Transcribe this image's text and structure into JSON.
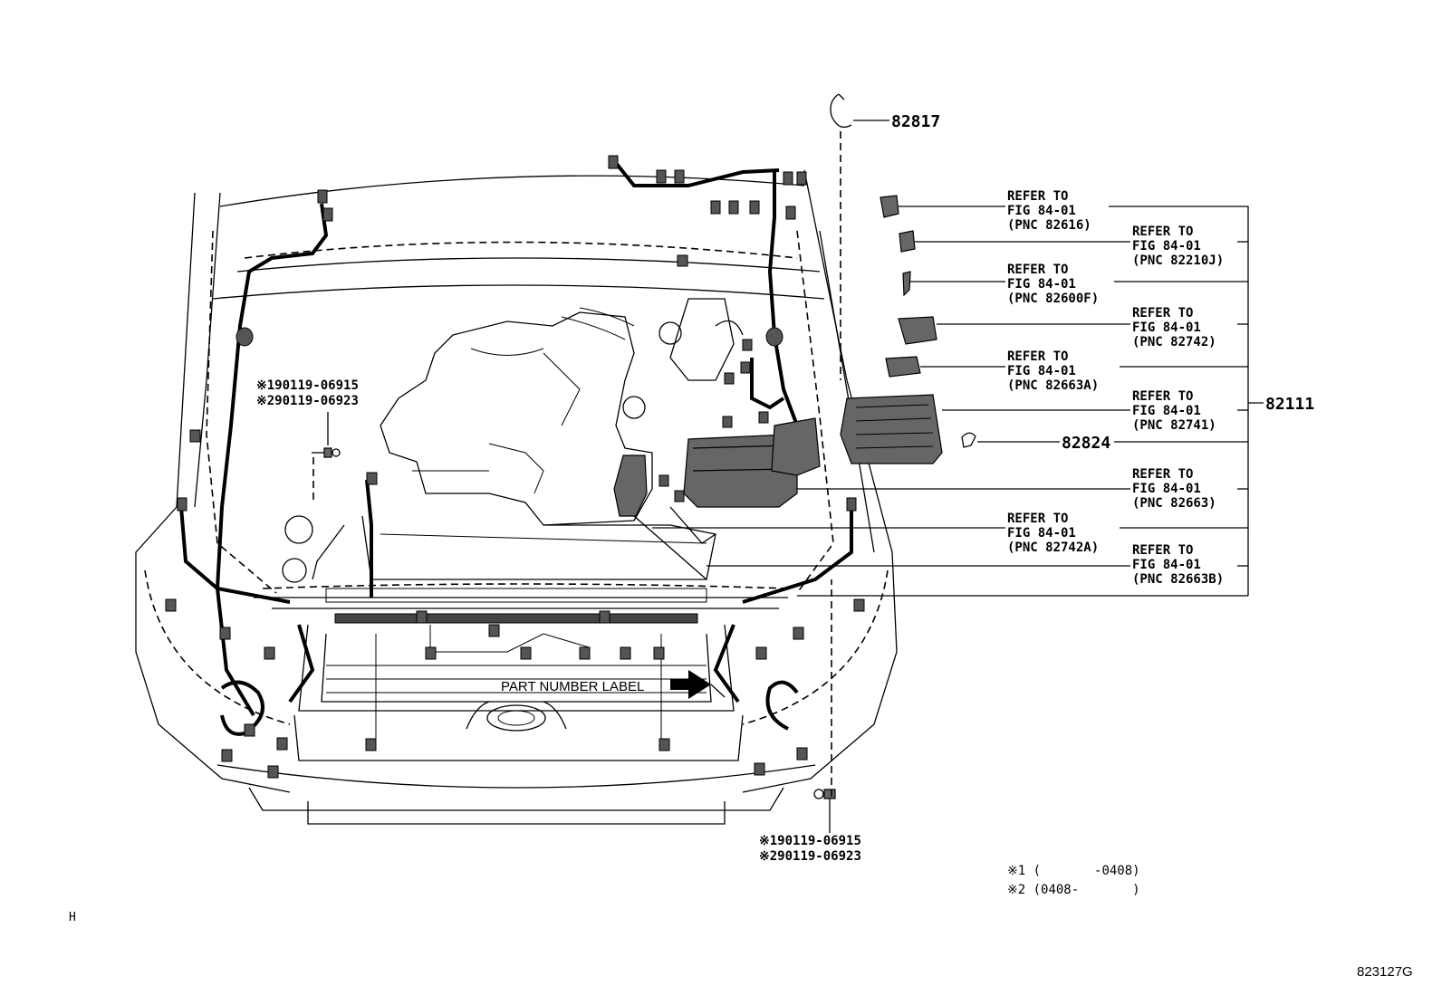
{
  "parts": {
    "clip_top": "82817",
    "clamp": "82824",
    "harness": "82111"
  },
  "refer_labels": [
    {
      "line1": "REFER TO",
      "line2": "FIG 84-01",
      "line3": "(PNC 82616)"
    },
    {
      "line1": "REFER TO",
      "line2": "FIG 84-01",
      "line3": "(PNC 82210J)"
    },
    {
      "line1": "REFER TO",
      "line2": "FIG 84-01",
      "line3": "(PNC 82600F)"
    },
    {
      "line1": "REFER TO",
      "line2": "FIG 84-01",
      "line3": "(PNC 82742)"
    },
    {
      "line1": "REFER TO",
      "line2": "FIG 84-01",
      "line3": "(PNC 82663A)"
    },
    {
      "line1": "REFER TO",
      "line2": "FIG 84-01",
      "line3": "(PNC 82741)"
    },
    {
      "line1": "REFER TO",
      "line2": "FIG 84-01",
      "line3": "(PNC 82663)"
    },
    {
      "line1": "REFER TO",
      "line2": "FIG 84-01",
      "line3": "(PNC 82742A)"
    },
    {
      "line1": "REFER TO",
      "line2": "FIG 84-01",
      "line3": "(PNC 82663B)"
    }
  ],
  "bolt_left": {
    "line1": "※190119-06915",
    "line2": "※290119-06923"
  },
  "bolt_bottom": {
    "line1": "※190119-06915",
    "line2": "※290119-06923"
  },
  "part_number_label": "PART NUMBER LABEL",
  "notes": {
    "note1": "※1 (       -0408)",
    "note2": "※2 (0408-       )"
  },
  "corner_mark": "H",
  "figure_code": "823127G"
}
